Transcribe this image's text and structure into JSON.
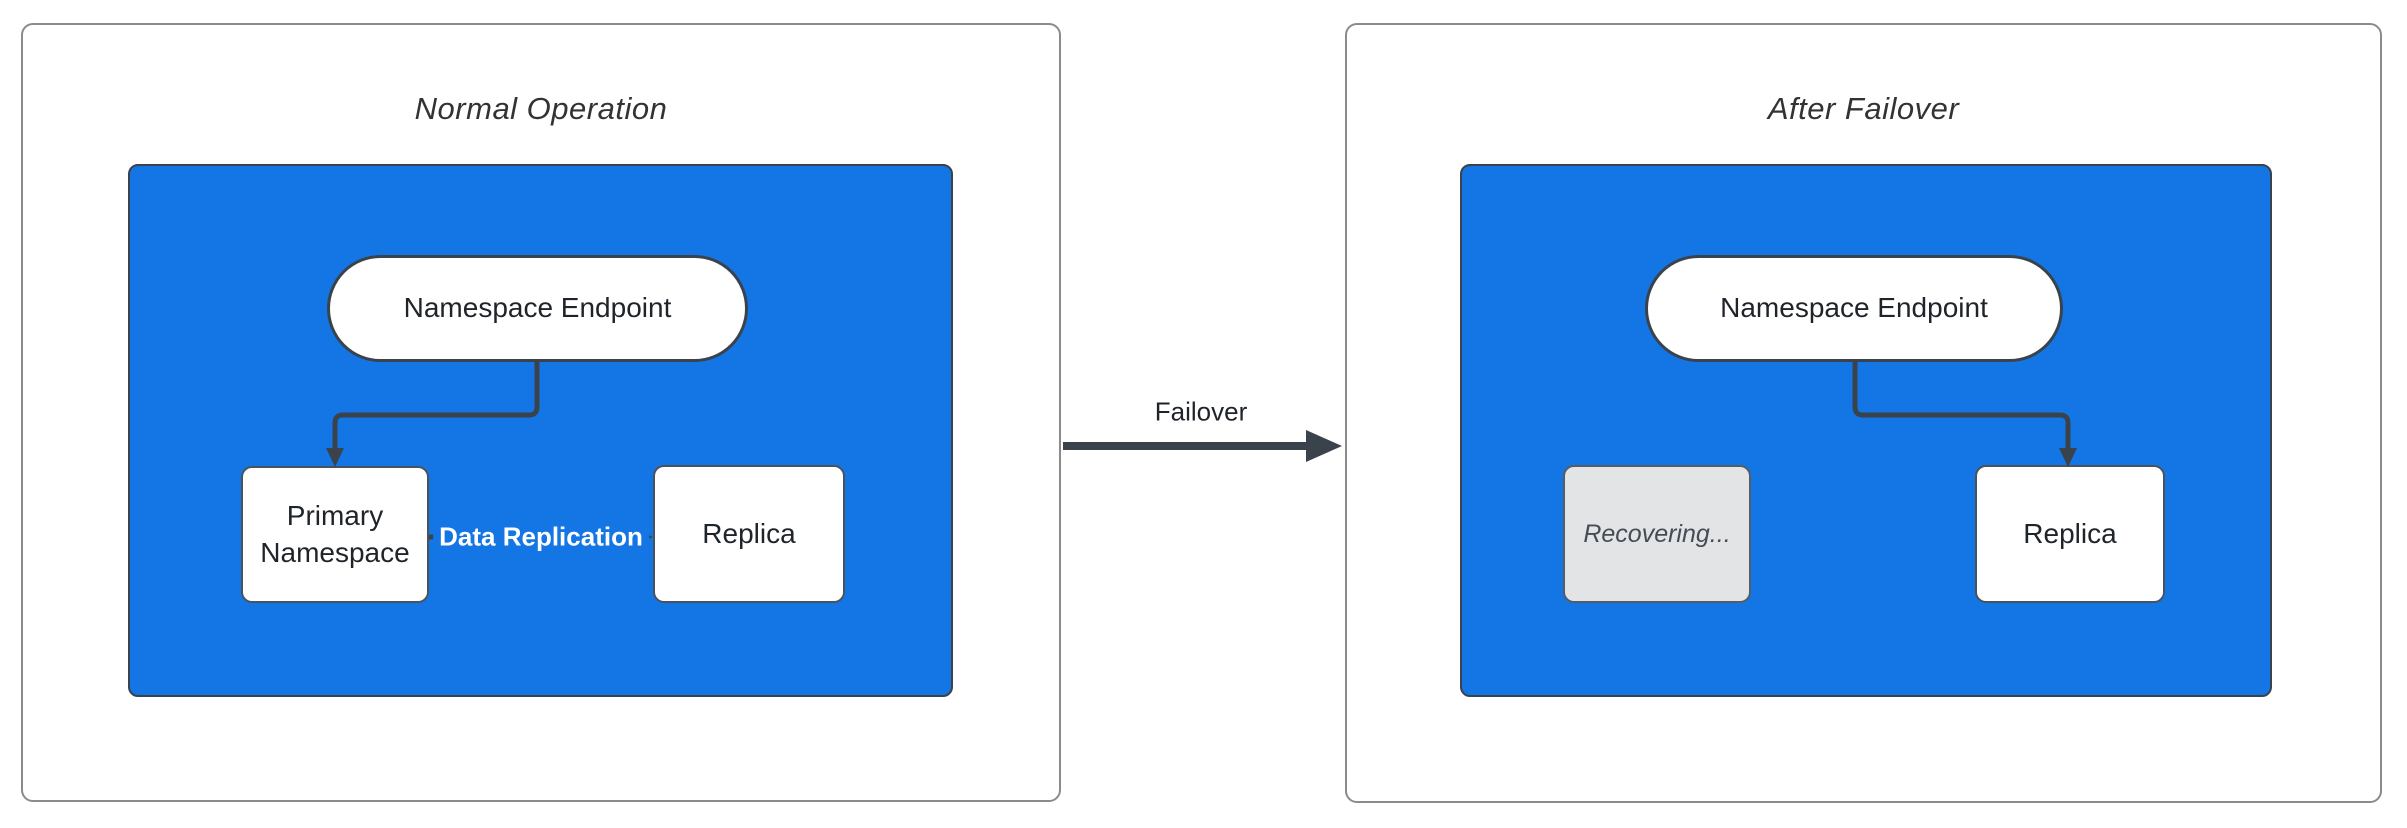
{
  "colors": {
    "canvas-bg": "#ffffff",
    "blue": "#1376e4",
    "edge": "#3a424c",
    "panel-border": "#8b8b8b",
    "node-border": "#4a525a",
    "node-text": "#1f242b",
    "title-text": "#333333",
    "recovering-fill": "#e3e4e6",
    "recovering-border": "#555c64",
    "recovering-text": "#454c55",
    "replication-label-text": "#ffffff"
  },
  "left_panel": {
    "title": "Normal Operation",
    "endpoint_label": "Namespace Endpoint",
    "primary_label": "Primary Namespace",
    "replica_label": "Replica",
    "replication_edge_label": "Data Replication"
  },
  "right_panel": {
    "title": "After Failover",
    "endpoint_label": "Namespace Endpoint",
    "recovering_label": "Recovering...",
    "replica_label": "Replica"
  },
  "failover_edge_label": "Failover"
}
